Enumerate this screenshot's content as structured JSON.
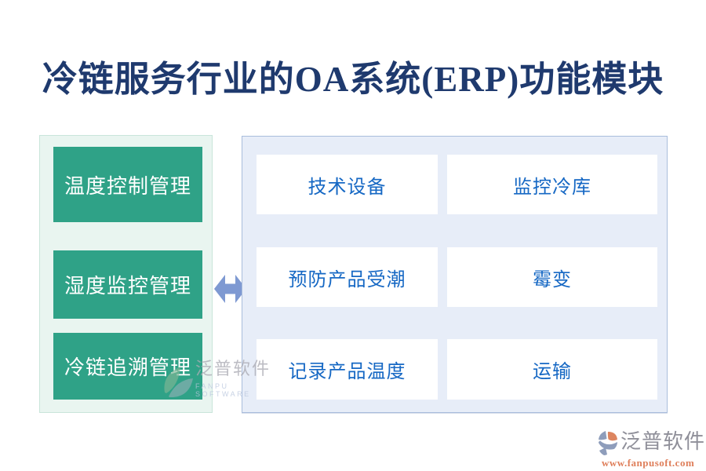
{
  "title": "冷链服务行业的OA系统(ERP)功能模块",
  "left_panel": {
    "items": [
      {
        "label": "温度控制管理"
      },
      {
        "label": "湿度监控管理"
      },
      {
        "label": "冷链追溯管理"
      }
    ]
  },
  "connector": {
    "type": "double-headed-arrow"
  },
  "right_panel": {
    "cards": [
      {
        "label": "技术设备"
      },
      {
        "label": "监控冷库"
      },
      {
        "label": "预防产品受潮"
      },
      {
        "label": "霉变"
      },
      {
        "label": "记录产品温度"
      },
      {
        "label": "运输"
      }
    ]
  },
  "watermark_center": {
    "brand": "泛普软件",
    "brand_en": "FANPU SOFTWARE"
  },
  "watermark_bottom_right": {
    "brand": "泛普软件",
    "url": "www.fanpusoft.com"
  },
  "colors": {
    "title_text": "#1F3A6E",
    "module_button_bg": "#2FA287",
    "module_button_text": "#FFFFFF",
    "left_panel_bg": "#E9F5F0",
    "left_panel_border": "#C9E5DA",
    "right_panel_bg": "#E7EDF8",
    "right_panel_border": "#A9BDDC",
    "card_bg": "#FFFFFF",
    "card_text": "#1668C4",
    "arrow": "#7E99D2",
    "watermark_text": "#9A9AA2",
    "watermark_url": "#DF7F5B"
  }
}
